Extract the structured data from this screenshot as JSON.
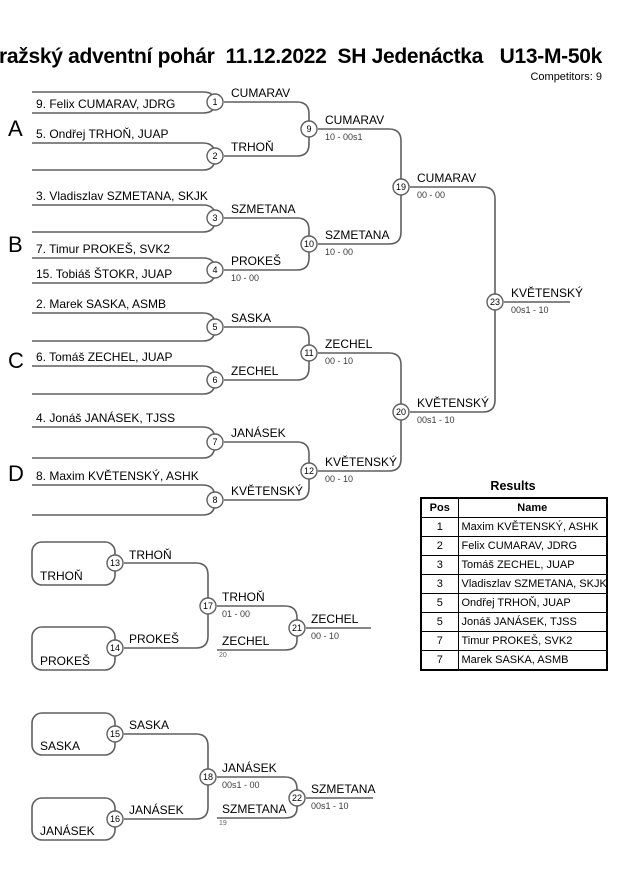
{
  "header": {
    "title": "ražský adventní pohár  11.12.2022  SH Jedenáctka   U13-M-50k",
    "competitors_label": "Competitors: 9"
  },
  "groups": {
    "a": "A",
    "b": "B",
    "c": "C",
    "d": "D"
  },
  "entries": {
    "e1": "9. Felix CUMARAV, JDRG",
    "e2": "5. Ondřej TRHOŇ, JUAP",
    "e3": "3. Vladiszlav SZMETANA, SKJK",
    "e4": "7. Timur PROKEŠ, SVK2",
    "e5": "15. Tobiáš ŠTOKR, JUAP",
    "e6": "2. Marek SASKA, ASMB",
    "e7": "6. Tomáš ZECHEL, JUAP",
    "e8": "4. Jonáš JANÁSEK, TJSS",
    "e9": "8. Maxim KVĚTENSKÝ, ASHK"
  },
  "matches": {
    "m1": {
      "no": "1",
      "winner": "CUMARAV"
    },
    "m2": {
      "no": "2",
      "winner": "TRHOŇ"
    },
    "m3": {
      "no": "3",
      "winner": "SZMETANA"
    },
    "m4": {
      "no": "4",
      "winner": "PROKEŠ",
      "score": "10 - 00"
    },
    "m5": {
      "no": "5",
      "winner": "SASKA"
    },
    "m6": {
      "no": "6",
      "winner": "ZECHEL"
    },
    "m7": {
      "no": "7",
      "winner": "JANÁSEK"
    },
    "m8": {
      "no": "8",
      "winner": "KVĚTENSKÝ"
    },
    "m9": {
      "no": "9",
      "winner": "CUMARAV",
      "score": "10 - 00s1"
    },
    "m10": {
      "no": "10",
      "winner": "SZMETANA",
      "score": "10 - 00"
    },
    "m11": {
      "no": "11",
      "winner": "ZECHEL",
      "score": "00 - 10"
    },
    "m12": {
      "no": "12",
      "winner": "KVĚTENSKÝ",
      "score": "00 - 10"
    },
    "m13": {
      "no": "13",
      "winner": "TRHOŇ",
      "entry": "TRHOŇ"
    },
    "m14": {
      "no": "14",
      "winner": "PROKEŠ",
      "entry": "PROKEŠ"
    },
    "m15": {
      "no": "15",
      "winner": "SASKA",
      "entry": "SASKA"
    },
    "m16": {
      "no": "16",
      "winner": "JANÁSEK",
      "entry": "JANÁSEK"
    },
    "m17": {
      "no": "17",
      "winner": "TRHOŇ",
      "score": "01 - 00"
    },
    "m18": {
      "no": "18",
      "winner": "JANÁSEK",
      "score": "00s1 - 00"
    },
    "m19": {
      "no": "19",
      "winner": "CUMARAV",
      "score": "00 - 00"
    },
    "m20": {
      "no": "20",
      "winner": "KVĚTENSKÝ",
      "score": "00s1 - 10"
    },
    "m21": {
      "no": "21",
      "winner": "ZECHEL",
      "score": "00 - 10",
      "drop_in": "ZECHEL",
      "drop_from": "20"
    },
    "m22": {
      "no": "22",
      "winner": "SZMETANA",
      "score": "00s1 - 10",
      "drop_in": "SZMETANA",
      "drop_from": "19"
    },
    "m23": {
      "no": "23",
      "winner": "KVĚTENSKÝ",
      "score": "00s1 - 10"
    }
  },
  "results": {
    "heading": "Results",
    "columns": {
      "pos": "Pos",
      "name": "Name"
    },
    "rows": [
      {
        "pos": "1",
        "name": "Maxim KVĚTENSKÝ, ASHK"
      },
      {
        "pos": "2",
        "name": "Felix CUMARAV, JDRG"
      },
      {
        "pos": "3",
        "name": "Tomáš ZECHEL, JUAP"
      },
      {
        "pos": "3",
        "name": "Vladiszlav SZMETANA, SKJK"
      },
      {
        "pos": "5",
        "name": "Ondřej TRHOŇ, JUAP"
      },
      {
        "pos": "5",
        "name": "Jonáš JANÁSEK, TJSS"
      },
      {
        "pos": "7",
        "name": "Timur PROKEŠ, SVK2"
      },
      {
        "pos": "7",
        "name": "Marek SASKA, ASMB"
      }
    ]
  }
}
